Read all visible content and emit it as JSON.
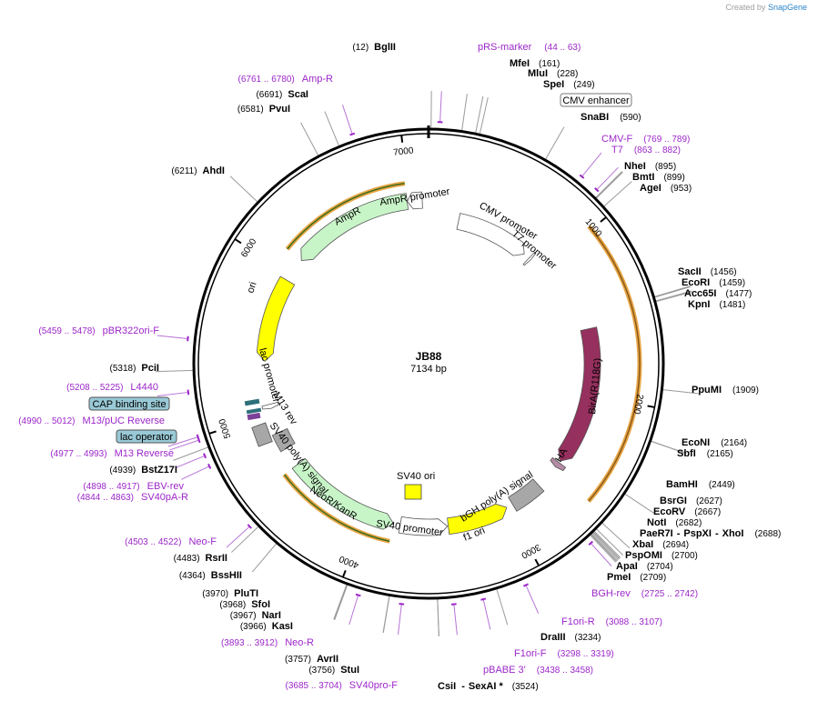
{
  "branding": {
    "created_by": "Created by",
    "product": "SnapGene"
  },
  "plasmid": {
    "name": "JB88",
    "length": 7134,
    "length_label": "7134 bp"
  },
  "ticks": [
    {
      "pos": 1000,
      "label": "1000"
    },
    {
      "pos": 2000,
      "label": "2000"
    },
    {
      "pos": 3000,
      "label": "3000"
    },
    {
      "pos": 4000,
      "label": "4000"
    },
    {
      "pos": 5000,
      "label": "5000"
    },
    {
      "pos": 6000,
      "label": "6000"
    },
    {
      "pos": 7000,
      "label": "7000"
    }
  ],
  "features": [
    {
      "name": "CMV promoter",
      "start": 235,
      "end": 814,
      "strand": 1,
      "color": "#ffffff",
      "ring": "inner",
      "arrow": true
    },
    {
      "name": "T7 promoter",
      "start": 863,
      "end": 882,
      "strand": 1,
      "color": "#ffffff",
      "ring": "inner",
      "arrow": true
    },
    {
      "name": "BirA(R118G)",
      "start": 1540,
      "end": 2506,
      "strand": 1,
      "color": "#96305e",
      "ring": "mid",
      "arrow": true
    },
    {
      "name": "HA",
      "start": 2520,
      "end": 2560,
      "strand": 1,
      "color": "#b48ba4",
      "ring": "mid",
      "arrow": true
    },
    {
      "name": "bGH poly(A) signal",
      "start": 2732,
      "end": 2956,
      "strand": 1,
      "color": "#a7a7a7",
      "ring": "mid",
      "arrow": false
    },
    {
      "name": "f1 ori",
      "start": 3002,
      "end": 3430,
      "strand": -1,
      "color": "#ffff00",
      "ring": "mid",
      "arrow": true
    },
    {
      "name": "SV40 promoter",
      "start": 3436,
      "end": 3765,
      "strand": -1,
      "color": "#ffffff",
      "ring": "mid",
      "arrow": true
    },
    {
      "name": "NeoR/KanR",
      "start": 3812,
      "end": 4606,
      "strand": -1,
      "color": "#c8f5c8",
      "ring": "mid",
      "arrow": true
    },
    {
      "name": "SV40 poly(A) signal",
      "start": 4740,
      "end": 4861,
      "strand": -1,
      "color": "#a7a7a7",
      "ring": "mid",
      "arrow": false
    },
    {
      "name": "lac promoter",
      "start": 5036,
      "end": 5066,
      "strand": -1,
      "color": "#ffffff",
      "ring": "mid",
      "arrow": true
    },
    {
      "name": "ori",
      "start": 5367,
      "end": 5955,
      "strand": -1,
      "color": "#ffff00",
      "ring": "mid",
      "arrow": true
    },
    {
      "name": "AmpR",
      "start": 6125,
      "end": 6985,
      "strand": -1,
      "color": "#c8f5c8",
      "ring": "mid",
      "arrow": true
    },
    {
      "name": "AmpR promoter",
      "start": 6986,
      "end": 7090,
      "strand": -1,
      "color": "#ffffff",
      "ring": "mid",
      "arrow": true
    }
  ],
  "feature_labels": [
    {
      "name": "CMV promoter",
      "text": "CMV promoter"
    },
    {
      "name": "T7 promoter",
      "text": "T7 promoter"
    },
    {
      "name": "BirA(R118G)",
      "text": "BirA(R118G)"
    },
    {
      "name": "HA",
      "text": "HA"
    },
    {
      "name": "bGH poly(A) signal",
      "text": "bGH poly(A) signal"
    },
    {
      "name": "f1 ori",
      "text": "f1 ori"
    },
    {
      "name": "SV40 promoter",
      "text": "SV40 promoter"
    },
    {
      "name": "NeoR/KanR",
      "text": "NeoR/KanR"
    },
    {
      "name": "SV40 poly(A) signal",
      "text": "SV40 poly(A) signal"
    },
    {
      "name": "SV40 ori",
      "text": "SV40 ori"
    },
    {
      "name": "M13 rev",
      "text": "M13 rev"
    },
    {
      "name": "lac promoter",
      "text": "lac promoter"
    },
    {
      "name": "ori",
      "text": "ori"
    },
    {
      "name": "AmpR",
      "text": "AmpR"
    },
    {
      "name": "AmpR promoter",
      "text": "AmpR promoter"
    }
  ],
  "boxed_features": [
    {
      "text": "CMV enhancer",
      "color": "#ffffff"
    },
    {
      "text": "CAP binding site",
      "color": "#99c9d6"
    },
    {
      "text": "lac operator",
      "color": "#99c9d6"
    }
  ],
  "orfs": [
    {
      "name": "orf-birA",
      "start": 980,
      "end": 2590
    },
    {
      "name": "orf-neo",
      "start": 3812,
      "end": 4606
    },
    {
      "name": "orf-amp",
      "start": 6125,
      "end": 6985
    }
  ],
  "enzymes": [
    {
      "name": "BglII",
      "pos": "(12)",
      "site": 12,
      "side": "left"
    },
    {
      "name": "MfeI",
      "pos": "(161)",
      "site": 161,
      "side": "right"
    },
    {
      "name": "MluI",
      "pos": "(228)",
      "site": 228,
      "side": "right"
    },
    {
      "name": "SpeI",
      "pos": "(249)",
      "site": 249,
      "side": "right"
    },
    {
      "name": "SnaBI",
      "pos": "(590)",
      "site": 590,
      "side": "right"
    },
    {
      "name": "NheI",
      "pos": "(895)",
      "site": 895,
      "side": "right"
    },
    {
      "name": "BmtI",
      "pos": "(899)",
      "site": 899,
      "side": "right"
    },
    {
      "name": "AgeI",
      "pos": "(953)",
      "site": 953,
      "side": "right"
    },
    {
      "name": "SacII",
      "pos": "(1456)",
      "site": 1456,
      "side": "right"
    },
    {
      "name": "EcoRI",
      "pos": "(1459)",
      "site": 1459,
      "side": "right"
    },
    {
      "name": "Acc65I",
      "pos": "(1477)",
      "site": 1477,
      "side": "right"
    },
    {
      "name": "KpnI",
      "pos": "(1481)",
      "site": 1481,
      "side": "right"
    },
    {
      "name": "PpuMI",
      "pos": "(1909)",
      "site": 1909,
      "side": "right"
    },
    {
      "name": "EcoNI",
      "pos": "(2164)",
      "site": 2164,
      "side": "right"
    },
    {
      "name": "SbfI",
      "pos": "(2165)",
      "site": 2165,
      "side": "right"
    },
    {
      "name": "BamHI",
      "pos": "(2449)",
      "site": 2449,
      "side": "right"
    },
    {
      "name": "BsrGI",
      "pos": "(2627)",
      "site": 2627,
      "side": "right"
    },
    {
      "name": "EcoRV",
      "pos": "(2667)",
      "site": 2667,
      "side": "right"
    },
    {
      "name": "NotI",
      "pos": "(2682)",
      "site": 2682,
      "side": "right"
    },
    {
      "name": "PaeR7I",
      "pos": "",
      "site": 2688,
      "side": "right"
    },
    {
      "name": "PspXI",
      "pos": "",
      "site": 2688,
      "side": "right"
    },
    {
      "name": "XhoI",
      "pos": "(2688)",
      "site": 2688,
      "side": "right"
    },
    {
      "name": "XbaI",
      "pos": "(2694)",
      "site": 2694,
      "side": "right"
    },
    {
      "name": "PspOMI",
      "pos": "(2700)",
      "site": 2700,
      "side": "right"
    },
    {
      "name": "ApaI",
      "pos": "(2704)",
      "site": 2704,
      "side": "right"
    },
    {
      "name": "PmeI",
      "pos": "(2709)",
      "site": 2709,
      "side": "right"
    },
    {
      "name": "DraIII",
      "pos": "(3234)",
      "site": 3234,
      "side": "right"
    },
    {
      "name": "CsiI",
      "pos": "",
      "site": 3524,
      "side": "right"
    },
    {
      "name": "SexAI *",
      "pos": "(3524)",
      "site": 3524,
      "side": "right"
    },
    {
      "name": "StuI",
      "pos": "(3756)",
      "site": 3756,
      "side": "left"
    },
    {
      "name": "AvrII",
      "pos": "(3757)",
      "site": 3757,
      "side": "left"
    },
    {
      "name": "KasI",
      "pos": "(3966)",
      "site": 3966,
      "side": "left"
    },
    {
      "name": "NarI",
      "pos": "(3967)",
      "site": 3967,
      "side": "left"
    },
    {
      "name": "SfoI",
      "pos": "(3968)",
      "site": 3968,
      "side": "left"
    },
    {
      "name": "PluTI",
      "pos": "(3970)",
      "site": 3970,
      "side": "left"
    },
    {
      "name": "BssHII",
      "pos": "(4364)",
      "site": 4364,
      "side": "left"
    },
    {
      "name": "RsrII",
      "pos": "(4483)",
      "site": 4483,
      "side": "left"
    },
    {
      "name": "BstZ17I",
      "pos": "(4939)",
      "site": 4939,
      "side": "left"
    },
    {
      "name": "PciI",
      "pos": "(5318)",
      "site": 5318,
      "side": "left"
    },
    {
      "name": "AhdI",
      "pos": "(6211)",
      "site": 6211,
      "side": "left"
    },
    {
      "name": "PvuI",
      "pos": "(6581)",
      "site": 6581,
      "side": "left"
    },
    {
      "name": "ScaI",
      "pos": "(6691)",
      "site": 6691,
      "side": "left"
    }
  ],
  "primers": [
    {
      "name": "pRS-marker",
      "range": "(44 .. 63)",
      "site": 54
    },
    {
      "name": "CMV-F",
      "range": "(769 .. 789)",
      "site": 779
    },
    {
      "name": "T7",
      "range": "(863 .. 882)",
      "site": 872
    },
    {
      "name": "BGH-rev",
      "range": "(2725 .. 2742)",
      "site": 2733
    },
    {
      "name": "F1ori-R",
      "range": "(3088 .. 3107)",
      "site": 3097
    },
    {
      "name": "F1ori-F",
      "range": "(3298 .. 3319)",
      "site": 3308
    },
    {
      "name": "pBABE 3'",
      "range": "(3438 .. 3458)",
      "site": 3448
    },
    {
      "name": "SV40pro-F",
      "range": "(3685 .. 3704)",
      "site": 3694
    },
    {
      "name": "Neo-R",
      "range": "(3893 .. 3912)",
      "site": 3902
    },
    {
      "name": "Neo-F",
      "range": "(4503 .. 4522)",
      "site": 4512
    },
    {
      "name": "SV40pA-R",
      "range": "(4844 .. 4863)",
      "site": 4853
    },
    {
      "name": "EBV-rev",
      "range": "(4898 .. 4917)",
      "site": 4907
    },
    {
      "name": "M13 Reverse",
      "range": "(4977 .. 4993)",
      "site": 4985
    },
    {
      "name": "M13/pUC Reverse",
      "range": "(4990 .. 5012)",
      "site": 5001
    },
    {
      "name": "L4440",
      "range": "(5208 .. 5225)",
      "site": 5216
    },
    {
      "name": "pBR322ori-F",
      "range": "(5459 .. 5478)",
      "site": 5468
    },
    {
      "name": "Amp-R",
      "range": "(6761 .. 6780)",
      "site": 6770
    }
  ],
  "colors": {
    "backbone": "#000000",
    "primer": "#9c27c9",
    "orf_line": "#e8a646",
    "orf_core": "#3f6b1c"
  }
}
